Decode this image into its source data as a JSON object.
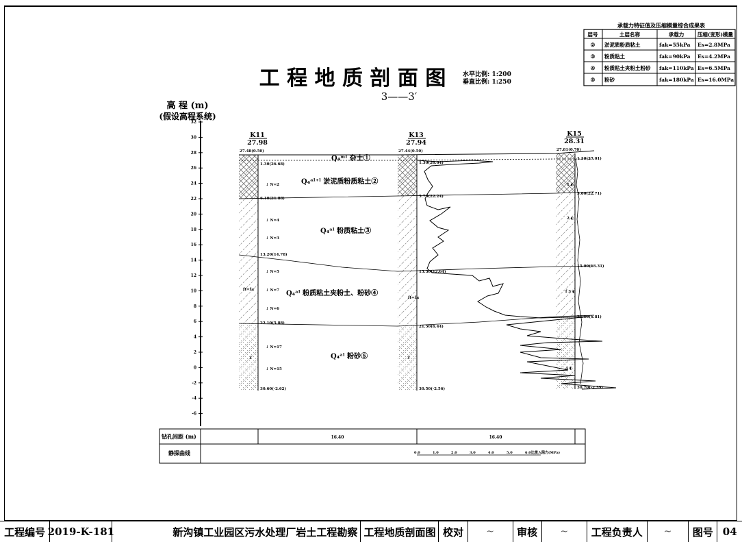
{
  "header": {
    "title": "工 程 地 质 剖 面 图",
    "section": "3——3′",
    "scale_h": "水平比例: 1:200",
    "scale_v": "垂直比例: 1:250",
    "axis_title_1": "高 程 (m)",
    "axis_title_2": "(假设高程系统)"
  },
  "summary_table": {
    "caption": "承载力特征值及压缩模量综合成果表",
    "headers": [
      "层号",
      "土层名称",
      "承载力",
      "压缩(变形)模量"
    ],
    "rows": [
      [
        "②",
        "淤泥质粉质粘土",
        "fak=55kPa",
        "Es=2.8MPa"
      ],
      [
        "③",
        "粉质粘土",
        "fak=90kPa",
        "Es=4.2MPa"
      ],
      [
        "④",
        "粉质粘土夹粉土粉砂",
        "fak=110kPa",
        "Es=6.5MPa"
      ],
      [
        "⑤",
        "粉砂",
        "fak=180kPa",
        "Es=16.0MPa"
      ]
    ]
  },
  "y_ticks": [
    "32",
    "30",
    "28",
    "26",
    "24",
    "22",
    "20",
    "18",
    "16",
    "14",
    "12",
    "10",
    "8",
    "6",
    "4",
    "2",
    "0",
    "-2",
    "-4",
    "-6"
  ],
  "boreholes": [
    {
      "id": "K11",
      "elev": "27.98",
      "top": "27.48(0.50)"
    },
    {
      "id": "K13",
      "elev": "27.94",
      "top": "27.44(0.50)"
    },
    {
      "id": "K15",
      "elev": "28.31",
      "top": "27.81(0.70)"
    }
  ],
  "depth_labels": {
    "k11": [
      "1.30(26.68)",
      "6.10(21.88)",
      "13.20(14.78)",
      "22.10(5.88)",
      "30.60(-2.62)"
    ],
    "k13": [
      "1.30(26.64)",
      "5.70(22.24)",
      "15.30(12.64)",
      "21.50(6.44)",
      "30.50(-2.56)"
    ],
    "k15": [
      "1.30(27.01)",
      "5.60(22.71)",
      "15.00(13.31)",
      "21.50(6.81)",
      "30.70(-2.39)"
    ]
  },
  "samples_k11": [
    "↓ N=2",
    "↓ N=4",
    "↓ N=3",
    "↓ N=5",
    "↓ N=7",
    "↓ N=6",
    "↓ N=17",
    "↓ N=15"
  ],
  "layer_labels": {
    "l1": "Q₄ᵐˡ 杂土①",
    "l2": "Q₄ᵃˡ⁺ˡ 淤泥质粉质粘土②",
    "l3": "Q₄ᵃˡ 粉质粘土③",
    "l4": "Q₄ᵃˡ 粉质粘土夹粉土、粉砂④",
    "l5": "Q₄ᵃˡ 粉砂⑤"
  },
  "bottom_table": {
    "row1_label": "钻孔间距 (m)",
    "row2_label": "静探曲线",
    "spacing1": "16.40",
    "spacing2": "16.40",
    "cpt_scale": [
      "0.0",
      "1.0",
      "2.0",
      "3.0",
      "4.0",
      "5.0",
      "6.0"
    ],
    "cpt_unit": "比贯入阻力(MPa)"
  },
  "title_block": {
    "proj_no_label": "工程编号",
    "proj_no": "2019-K-181",
    "project": "新沟镇工业园区污水处理厂岩土工程勘察",
    "drawing": "工程地质剖面图",
    "check_label": "校对",
    "review_label": "审核",
    "lead_label": "工程负责人",
    "sheet_label": "图号",
    "sheet_no": "04"
  }
}
